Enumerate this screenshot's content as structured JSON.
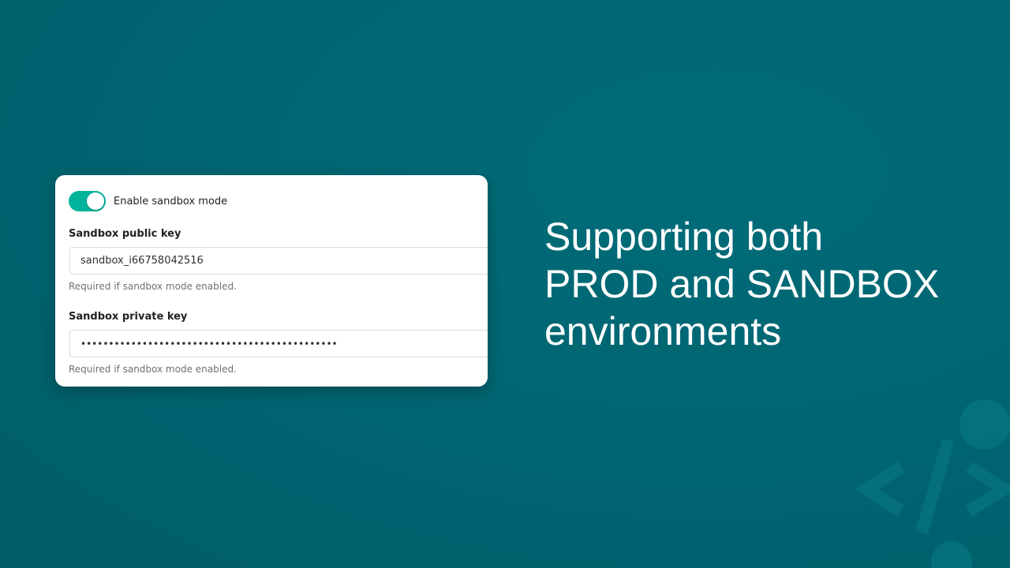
{
  "card": {
    "toggle_label": "Enable sandbox mode",
    "toggle_on": true,
    "public_key": {
      "label": "Sandbox public key",
      "value": "sandbox_i66758042516",
      "help": "Required if sandbox mode enabled."
    },
    "private_key": {
      "label": "Sandbox private key",
      "value": "••••••••••••••••••••••••••••••••••••••••••••••",
      "help": "Required if sandbox mode enabled."
    }
  },
  "headline": {
    "line1": "Supporting both",
    "line2": "PROD and SANDBOX",
    "line3": "environments"
  },
  "colors": {
    "background": "#00636f",
    "toggle_accent": "#00b39a",
    "card": "#ffffff"
  },
  "icons": [
    "code-brackets-icon"
  ]
}
